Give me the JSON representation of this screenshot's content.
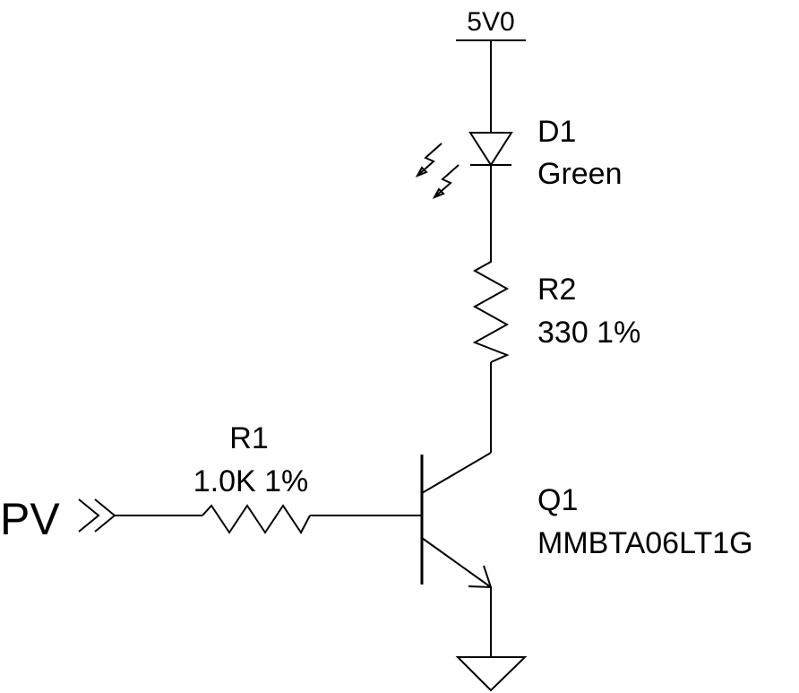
{
  "power": {
    "label": "5V0"
  },
  "input_port": {
    "label": "PV"
  },
  "components": {
    "d1": {
      "ref": "D1",
      "value": "Green"
    },
    "r2": {
      "ref": "R2",
      "value": "330 1%"
    },
    "r1": {
      "ref": "R1",
      "value": "1.0K 1%"
    },
    "q1": {
      "ref": "Q1",
      "value": "MMBTA06LT1G"
    }
  }
}
